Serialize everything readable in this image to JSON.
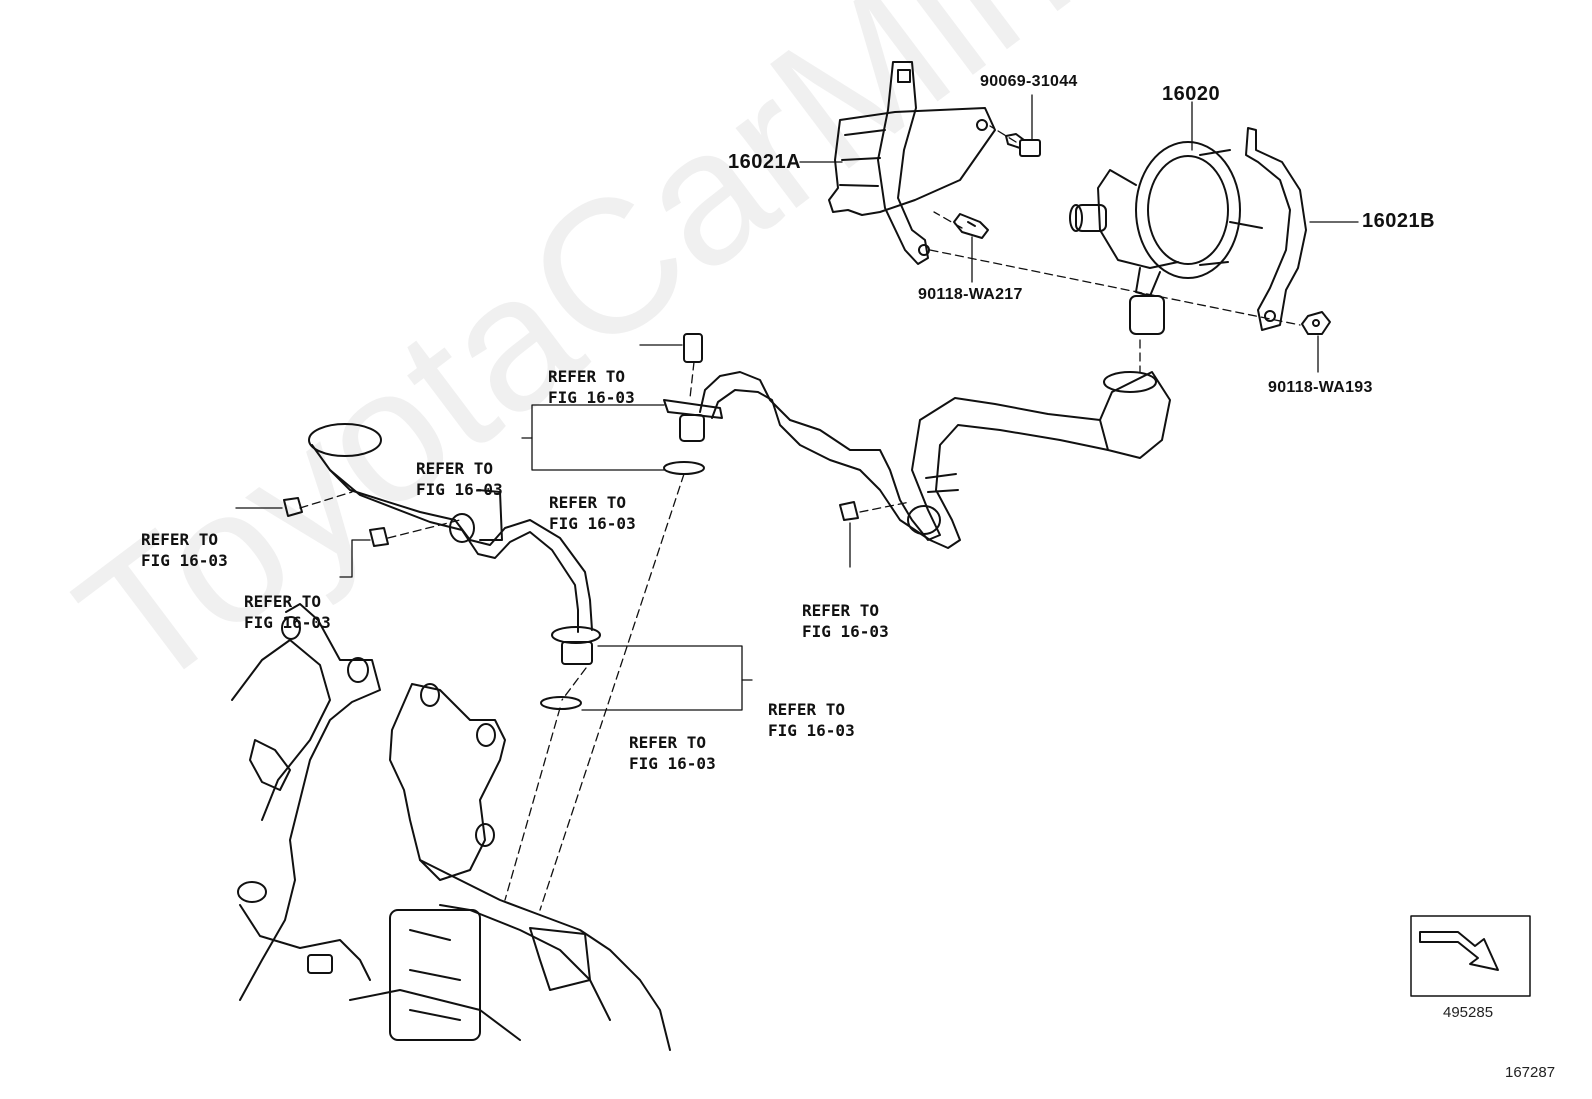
{
  "watermark": "ToyotaCarMirror.ru",
  "parts": {
    "p16020": "16020",
    "p16021A": "16021A",
    "p16021B": "16021B",
    "p90069": "90069-31044",
    "p90118_217": "90118-WA217",
    "p90118_193": "90118-WA193"
  },
  "refer": {
    "line1": "REFER TO",
    "line2": "FIG 16-03"
  },
  "view_indicator": {
    "code": "495285"
  },
  "figure_code": "167287"
}
